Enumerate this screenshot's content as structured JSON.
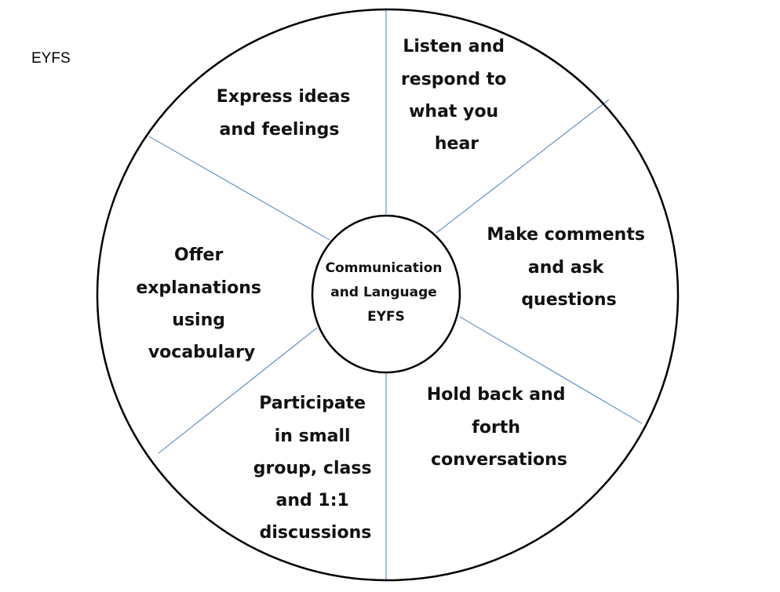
{
  "corner_label": "EYFS",
  "center": {
    "lines": [
      "Communication",
      "and Language",
      "EYFS"
    ]
  },
  "segments": [
    {
      "lines": [
        "Listen and",
        "respond to",
        "what you",
        "hear"
      ]
    },
    {
      "lines": [
        "Make comments",
        "and ask",
        "questions"
      ]
    },
    {
      "lines": [
        "Hold back and",
        "forth",
        "conversations"
      ]
    },
    {
      "lines": [
        "Participate",
        "in small",
        "group, class",
        "and 1:1",
        "discussions"
      ]
    },
    {
      "lines": [
        "Offer",
        "explanations",
        "using",
        "vocabulary"
      ]
    },
    {
      "lines": [
        "Express ideas",
        "and feelings"
      ]
    }
  ],
  "colors": {
    "outline": "#000000",
    "divider": "#4a7ebb",
    "text": "#111111"
  }
}
